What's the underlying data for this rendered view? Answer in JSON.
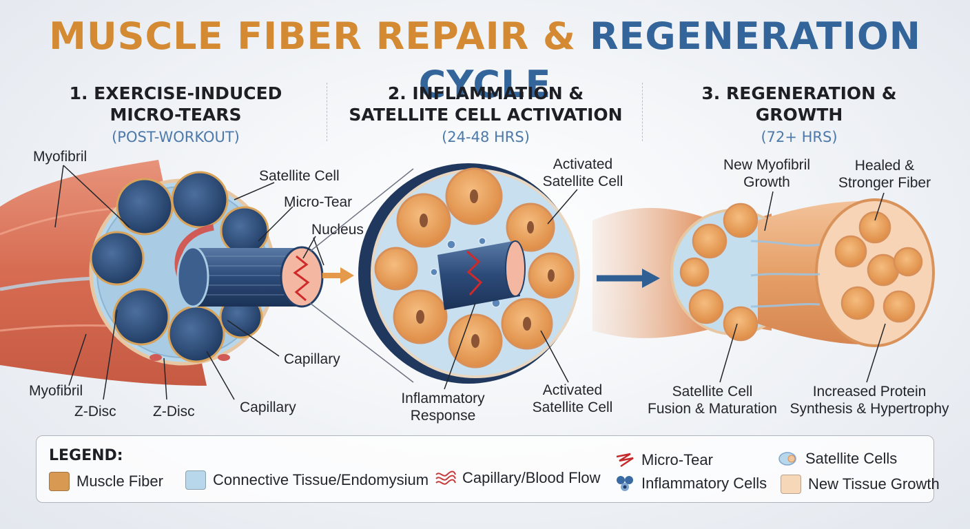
{
  "title": {
    "part1": "MUSCLE FIBER REPAIR &",
    "part2": "REGENERATION CYCLE"
  },
  "stages": [
    {
      "line1": "1. EXERCISE-INDUCED",
      "line2": "MICRO-TEARS",
      "sub": "(POST-WORKOUT)"
    },
    {
      "line1": "2. INFLAMMATION &",
      "line2": "SATELLITE CELL ACTIVATION",
      "sub": "(24-48 HRS)"
    },
    {
      "line1": "3. REGENERATION &",
      "line2": "GROWTH",
      "sub": "(72+ HRS)"
    }
  ],
  "labels": {
    "s1": {
      "myofibril_top": "Myofibril",
      "satellite_cell": "Satellite Cell",
      "micro_tear": "Micro-Tear",
      "nucleus": "Nucleus",
      "capillary_right": "Capillary",
      "myofibril_bottom": "Myofibril",
      "z_disc_1": "Z-Disc",
      "z_disc_2": "Z-Disc",
      "capillary_bottom": "Capillary"
    },
    "s2": {
      "activated_top_1": "Activated",
      "activated_top_2": "Satellite Cell",
      "inflammatory_1": "Inflammatory",
      "inflammatory_2": "Response",
      "activated_bottom_1": "Activated",
      "activated_bottom_2": "Satellite Cell"
    },
    "s3": {
      "new_myofibril_1": "New Myofibril",
      "new_myofibril_2": "Growth",
      "healed_1": "Healed &",
      "healed_2": "Stronger Fiber",
      "fusion_1": "Satellite Cell",
      "fusion_2": "Fusion & Maturation",
      "protein_1": "Increased Protein",
      "protein_2": "Synthesis & Hypertrophy"
    }
  },
  "legend": {
    "title": "LEGEND:",
    "items": [
      {
        "label": "Muscle Fiber",
        "color": "#d89a52"
      },
      {
        "label": "Connective Tissue/Endomysium",
        "color": "#b9d7ea"
      },
      {
        "label": "Capillary/Blood Flow",
        "icon": "capillary-squiggle-icon"
      },
      {
        "label": "Micro-Tear",
        "icon": "micro-tear-icon"
      },
      {
        "label": "Inflammatory Cells",
        "icon": "inflammatory-cells-icon"
      },
      {
        "label": "Satellite Cells",
        "icon": "satellite-cells-icon"
      },
      {
        "label": "New Tissue Growth",
        "color": "#f6d7b8"
      }
    ]
  },
  "colors": {
    "title_orange": "#d38a33",
    "title_blue": "#33649a",
    "muscle_red": "#d36c52",
    "fiber_dark": "#2e4f7e",
    "fiber_orange": "#e9a25c",
    "connective": "#b9d7ea",
    "arrow_orange": "#e49a4a",
    "arrow_blue": "#2f5f93"
  }
}
